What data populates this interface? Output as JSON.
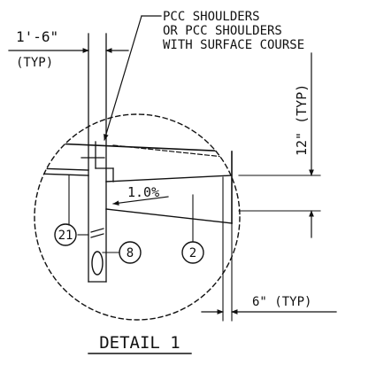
{
  "dimensions": {
    "left_width": "1'-6\"",
    "left_typ": "(TYP)",
    "height": "12\" (TYP)",
    "right_width": "6\" (TYP)"
  },
  "notes": {
    "shoulder_line1": "PCC SHOULDERS",
    "shoulder_line2": "OR PCC SHOULDERS",
    "shoulder_line3": "WITH SURFACE COURSE"
  },
  "slope": "1.0%",
  "callouts": {
    "c21": "21",
    "c8": "8",
    "c2": "2"
  },
  "title": "DETAIL 1"
}
